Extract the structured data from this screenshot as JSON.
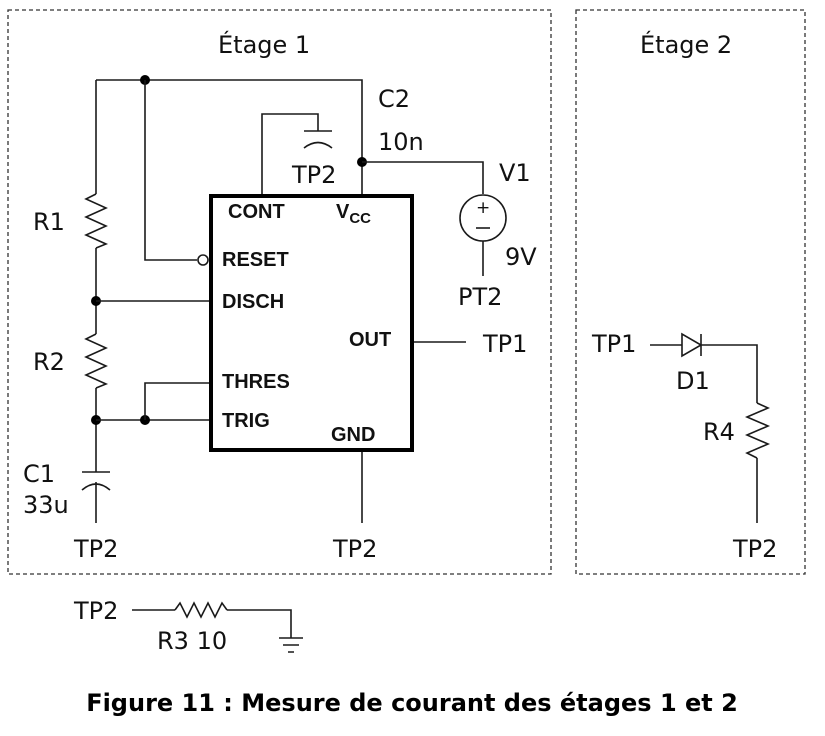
{
  "stage1": {
    "title": "Étage 1"
  },
  "stage2": {
    "title": "Étage 2"
  },
  "ic": {
    "pins": {
      "cont": "CONT",
      "vcc_main": "V",
      "vcc_sub": "CC",
      "reset": "RESET",
      "disch": "DISCH",
      "thres": "THRES",
      "trig": "TRIG",
      "out": "OUT",
      "gnd": "GND"
    }
  },
  "components": {
    "r1": "R1",
    "r2": "R2",
    "c1": "C1",
    "c1_value": "33u",
    "c2": "C2",
    "c2_value": "10n",
    "v1": "V1",
    "v1_value": "9V",
    "d1": "D1",
    "r4": "R4",
    "r3_label": "R3  10"
  },
  "nodes": {
    "tp2_c2": "TP2",
    "pt2": "PT2",
    "tp1_out": "TP1",
    "tp2_c1": "TP2",
    "tp2_gnd": "TP2",
    "tp1_stage2": "TP1",
    "tp2_stage2": "TP2",
    "tp2_r3": "TP2"
  },
  "caption": "Figure 11 : Mesure de courant des étages 1 et 2"
}
